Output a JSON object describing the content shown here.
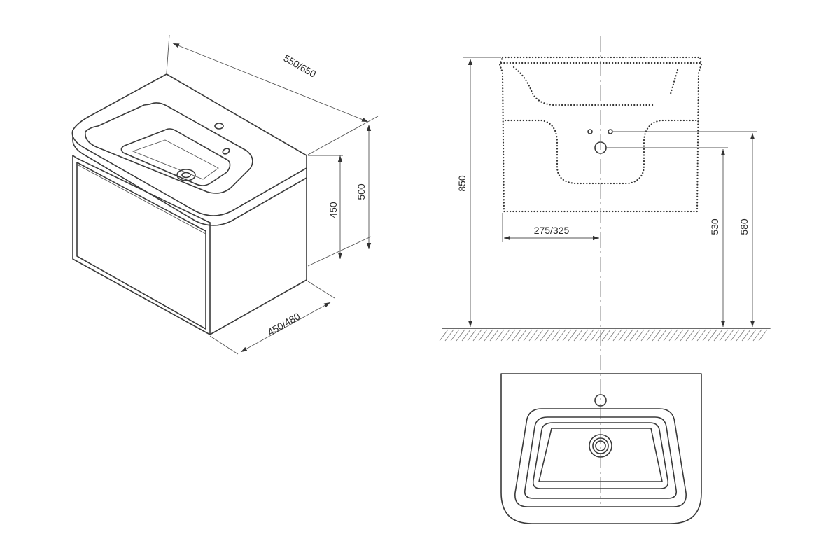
{
  "dimensions": {
    "width": "550/650",
    "unit_height": "500",
    "cabinet_height": "450",
    "depth": "450/480",
    "overall_height": "850",
    "half_width": "275/325",
    "drain_height": "530",
    "fitting_height": "580"
  },
  "colors": {
    "line": "#3a3a3a",
    "background": "#ffffff"
  }
}
